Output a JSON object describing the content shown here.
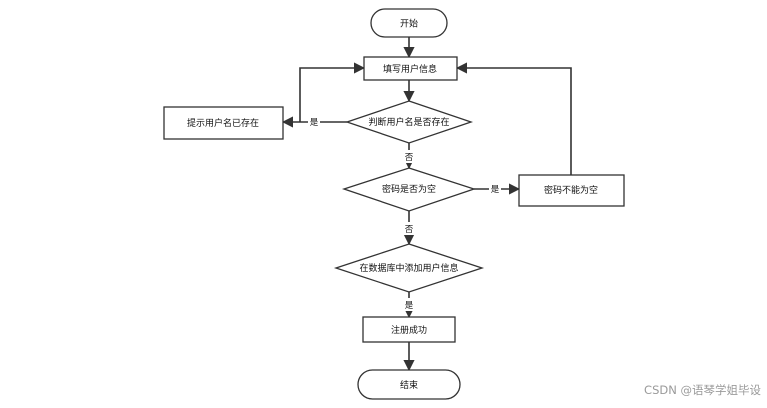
{
  "flowchart": {
    "start": "开始",
    "fill_user_info": "填写用户信息",
    "check_username": "判断用户名是否存在",
    "username_exists_msg": "提示用户名已存在",
    "check_password_empty": "密码是否为空",
    "password_empty_msg": "密码不能为空",
    "add_to_db": "在数据库中添加用户信息",
    "register_success": "注册成功",
    "end": "结束"
  },
  "edge_labels": {
    "username_yes": "是",
    "username_no": "否",
    "password_yes": "是",
    "password_no": "否",
    "db_yes": "是"
  },
  "watermark": "CSDN @语琴学姐毕设",
  "colors": {
    "stroke": "#333333",
    "fill": "#ffffff",
    "text": "#111111",
    "watermark": "#9a9a9a"
  }
}
